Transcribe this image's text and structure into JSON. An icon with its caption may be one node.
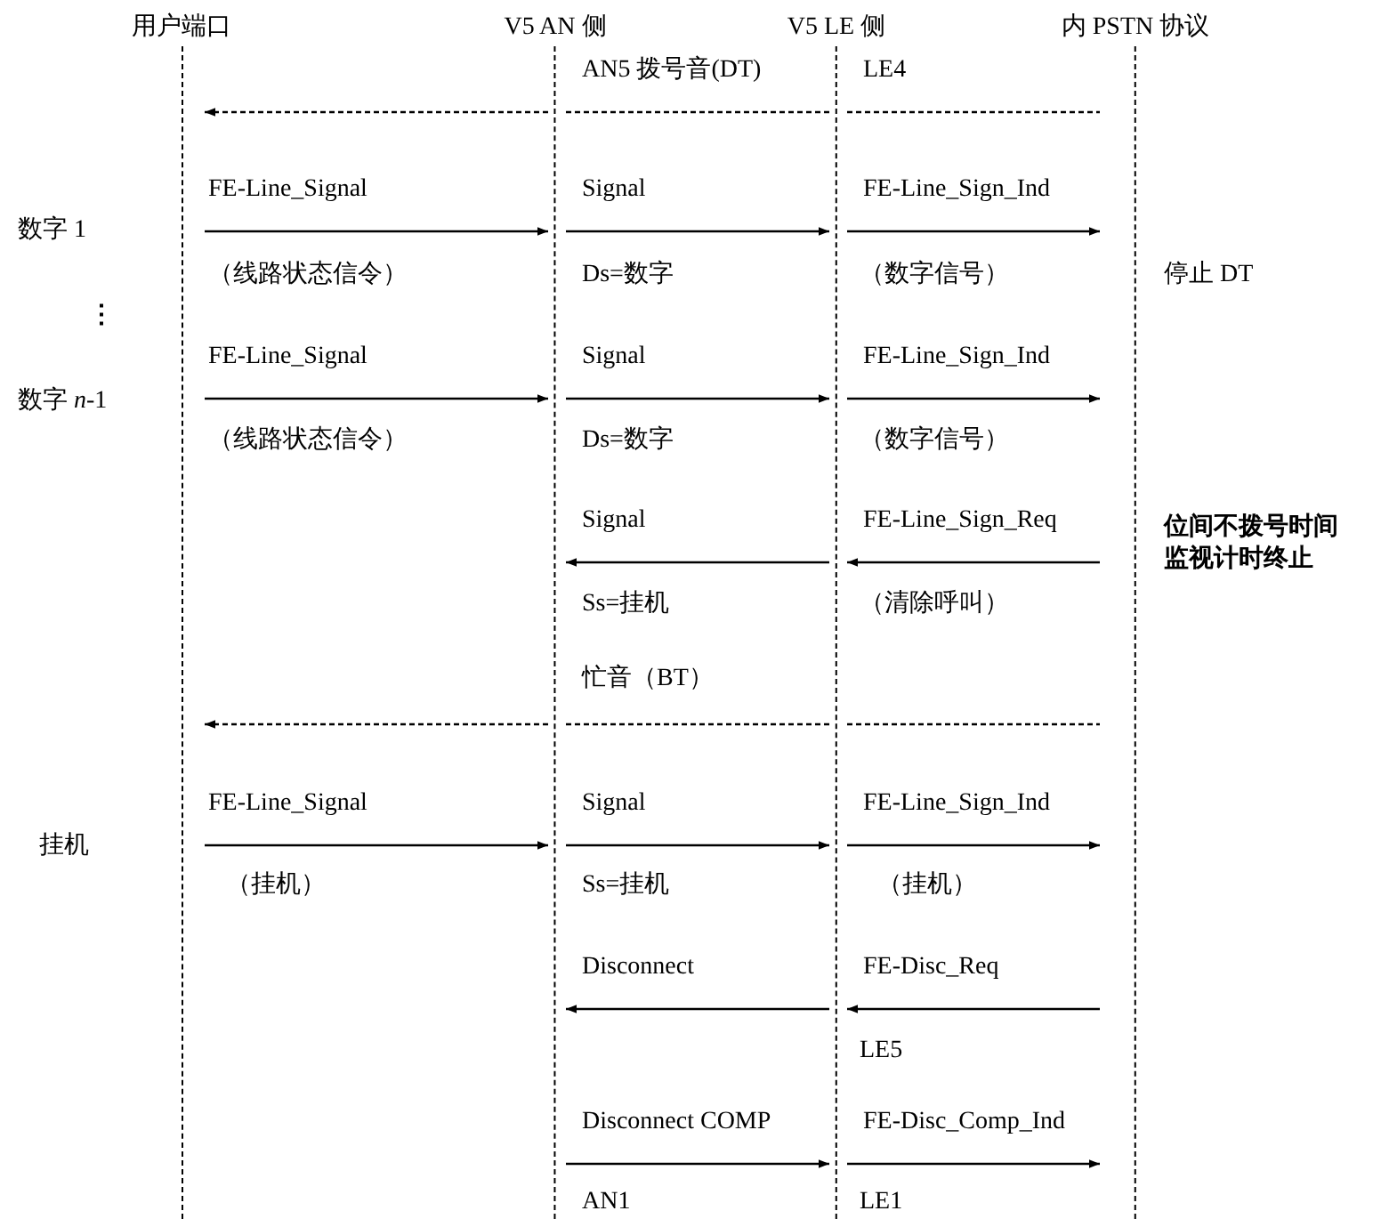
{
  "diagram": {
    "nodes": [
      {
        "text": [
          "用户端口"
        ]
      },
      {
        "text": [
          "V5 AN 侧"
        ]
      },
      {
        "text": [
          "V5 LE 侧"
        ]
      },
      {
        "text": [
          "内 PSTN 协议"
        ]
      }
    ],
    "edges": [
      {
        "from": 1,
        "to": 0,
        "arrow": "to",
        "style": "dashed"
      },
      {
        "from": 1,
        "to": 2,
        "arrow": "none",
        "style": "dashed",
        "label": "AN5 拨号音(DT)"
      },
      {
        "from": 2,
        "to": 3,
        "arrow": "none",
        "style": "dashed",
        "label": "LE4"
      },
      {
        "from": 0,
        "to": 1,
        "arrow": "to",
        "label": "FE-Line_Signal"
      },
      {
        "from": 1,
        "to": 2,
        "arrow": "to",
        "label": "Signal"
      },
      {
        "from": 2,
        "to": 3,
        "arrow": "to",
        "label": "FE-Line_Sign_Ind"
      },
      {
        "from": 0,
        "to": 1,
        "arrow": "to",
        "label": "FE-Line_Signal"
      },
      {
        "from": 1,
        "to": 2,
        "arrow": "to",
        "label": "Signal"
      },
      {
        "from": 2,
        "to": 3,
        "arrow": "to",
        "label": "FE-Line_Sign_Ind"
      },
      {
        "from": 3,
        "to": 2,
        "arrow": "to",
        "label": "FE-Line_Sign_Req"
      },
      {
        "from": 2,
        "to": 1,
        "arrow": "to",
        "label": "Signal"
      },
      {
        "from": 1,
        "to": 0,
        "arrow": "to",
        "style": "dashed"
      },
      {
        "from": 1,
        "to": 2,
        "arrow": "none",
        "style": "dashed"
      },
      {
        "from": 2,
        "to": 3,
        "arrow": "none",
        "style": "dashed"
      },
      {
        "from": 0,
        "to": 1,
        "arrow": "to",
        "label": "FE-Line_Signal"
      },
      {
        "from": 1,
        "to": 2,
        "arrow": "to",
        "label": "Signal"
      },
      {
        "from": 2,
        "to": 3,
        "arrow": "to",
        "label": "FE-Line_Sign_Ind"
      },
      {
        "from": 3,
        "to": 2,
        "arrow": "to",
        "label": "FE-Disc_Req"
      },
      {
        "from": 2,
        "to": 1,
        "arrow": "to",
        "label": "Disconnect"
      },
      {
        "from": 1,
        "to": 2,
        "arrow": "to",
        "label": "Disconnect COMP"
      },
      {
        "from": 2,
        "to": 3,
        "arrow": "to",
        "label": "FE-Disc_Comp_Ind"
      }
    ],
    "labels": [
      "数字 1",
      "（线路状态信令）",
      "Ds=数字",
      "（数字信号）",
      "停止 DT",
      "⋮",
      "数字 *n*-1",
      "（线路状态信令）",
      "Ds=数字",
      "（数字信号）",
      "位间不拨号时间监视计时终止",
      "Ss=挂机",
      "（清除呼叫）",
      "忙音（BT）",
      "挂机",
      "（挂机）",
      "Ss=挂机",
      "（挂机）",
      "LE5",
      "AN1",
      "LE1"
    ]
  }
}
